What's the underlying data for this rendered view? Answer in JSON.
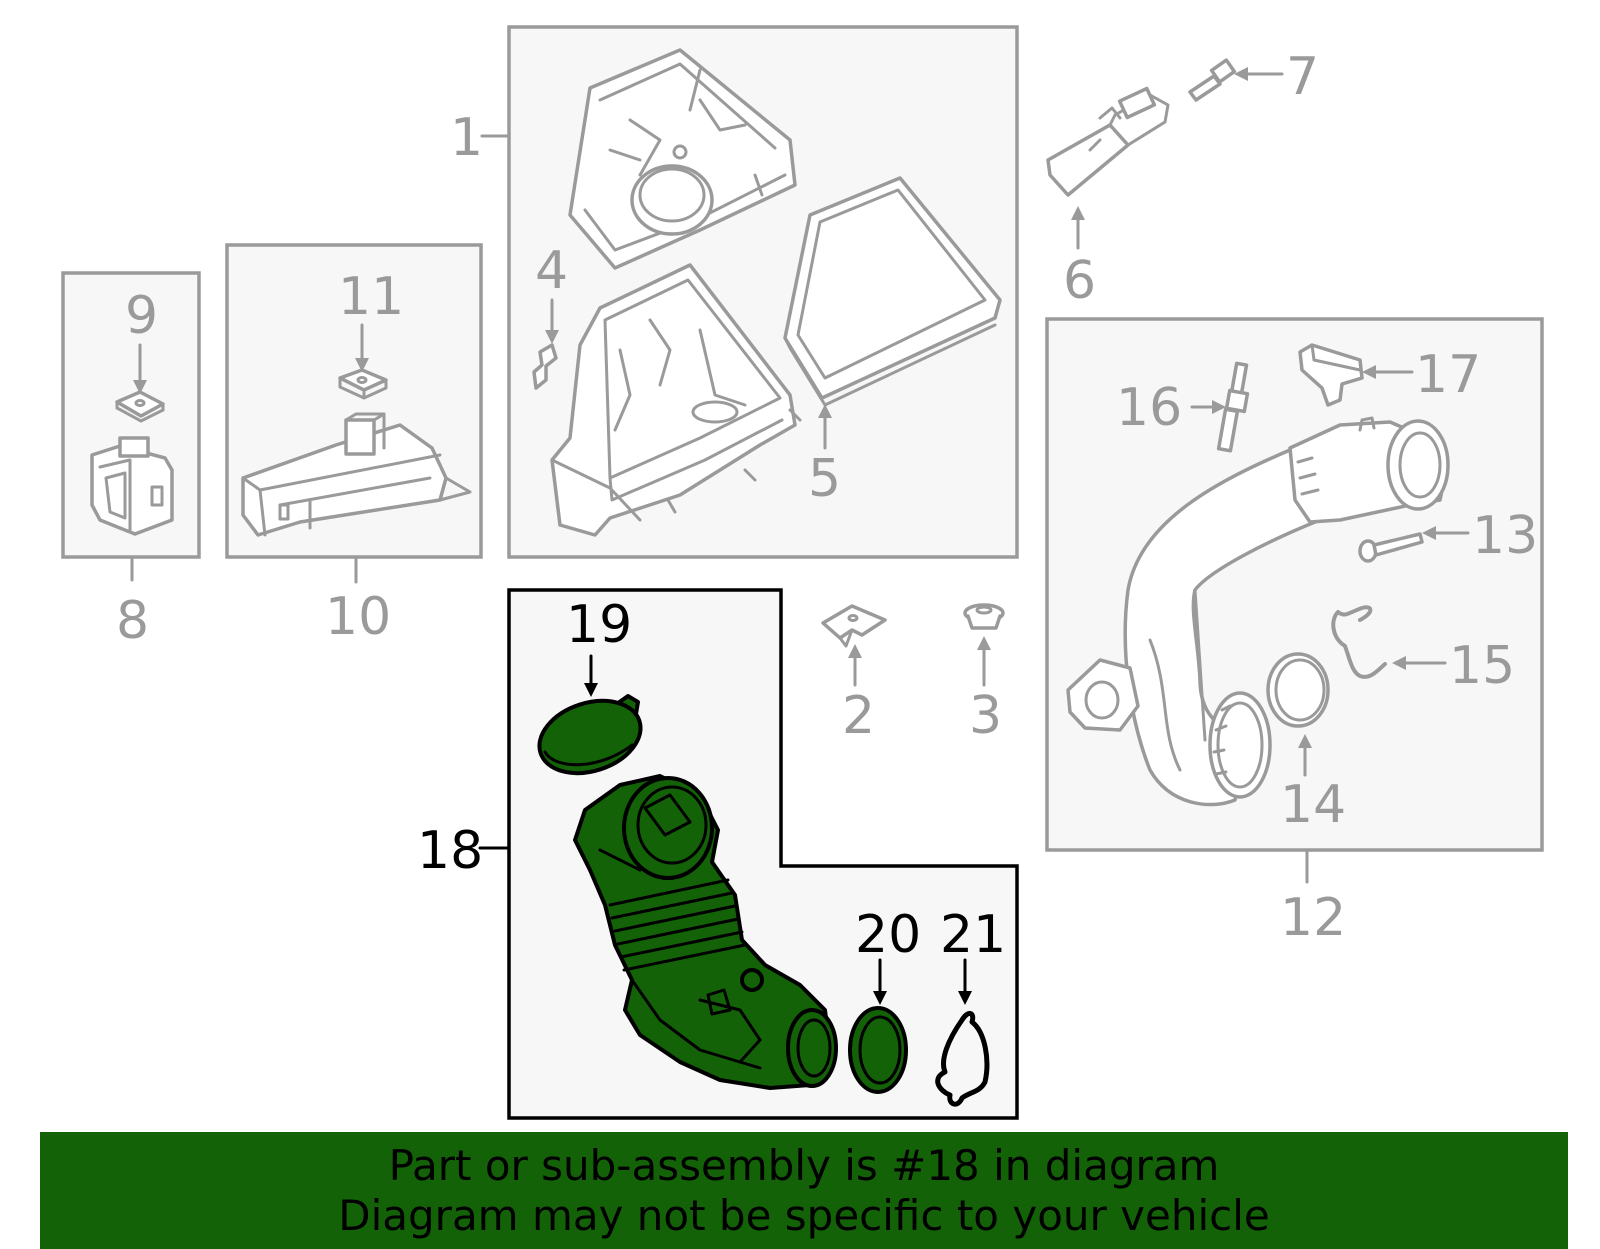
{
  "callouts": {
    "c1": "1",
    "c2": "2",
    "c3": "3",
    "c4": "4",
    "c5": "5",
    "c6": "6",
    "c7": "7",
    "c8": "8",
    "c9": "9",
    "c10": "10",
    "c11": "11",
    "c12": "12",
    "c13": "13",
    "c14": "14",
    "c15": "15",
    "c16": "16",
    "c17": "17",
    "c18": "18",
    "c19": "19",
    "c20": "20",
    "c21": "21"
  },
  "banner": {
    "line1": "Part or sub-assembly is #18 in diagram",
    "line2": "Diagram may not be specific to your vehicle"
  },
  "colors": {
    "highlight_green": "#136207",
    "inactive_grey": "#9a9a9a",
    "panel_fill": "#f7f7f7"
  }
}
